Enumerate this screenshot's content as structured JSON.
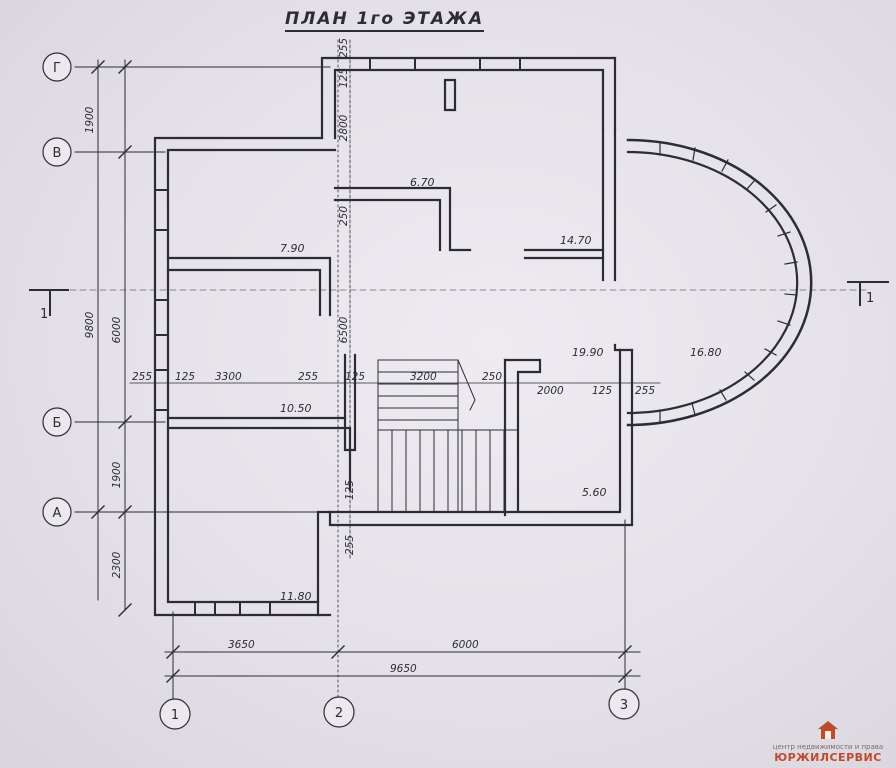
{
  "title": "ПЛАН 1го ЭТАЖА",
  "axes": {
    "rows": [
      "Г",
      "В",
      "Б",
      "А"
    ],
    "cols": [
      "1",
      "2",
      "3"
    ]
  },
  "section_marks": [
    "1",
    "1"
  ],
  "rooms": {
    "r1": "6.70",
    "r2": "14.70",
    "r3": "7.90",
    "r4": "10.50",
    "r5": "19.90",
    "r6": "16.80",
    "r7": "5.60",
    "r8": "11.80"
  },
  "dims_vertical_outer": {
    "d1": "1900",
    "d2": "6000",
    "d3": "1900",
    "d4": "2300",
    "total": "9800"
  },
  "dims_vertical_inner": {
    "d1": "255",
    "d2": "125",
    "d3": "2800",
    "d4": "250",
    "d5": "6500",
    "d6": "125",
    "d7": "255"
  },
  "dims_horizontal_row": {
    "a": "255",
    "b": "125",
    "c": "3300",
    "d": "255",
    "e": "125",
    "f": "3200",
    "g": "250",
    "h": "2000",
    "i": "125",
    "j": "255"
  },
  "dims_bottom": {
    "left": "3650",
    "right": "6000",
    "total": "9650"
  },
  "watermark": {
    "subtitle": "центр недвижимости и права",
    "brand": "ЮРЖИЛСЕРВИС"
  }
}
